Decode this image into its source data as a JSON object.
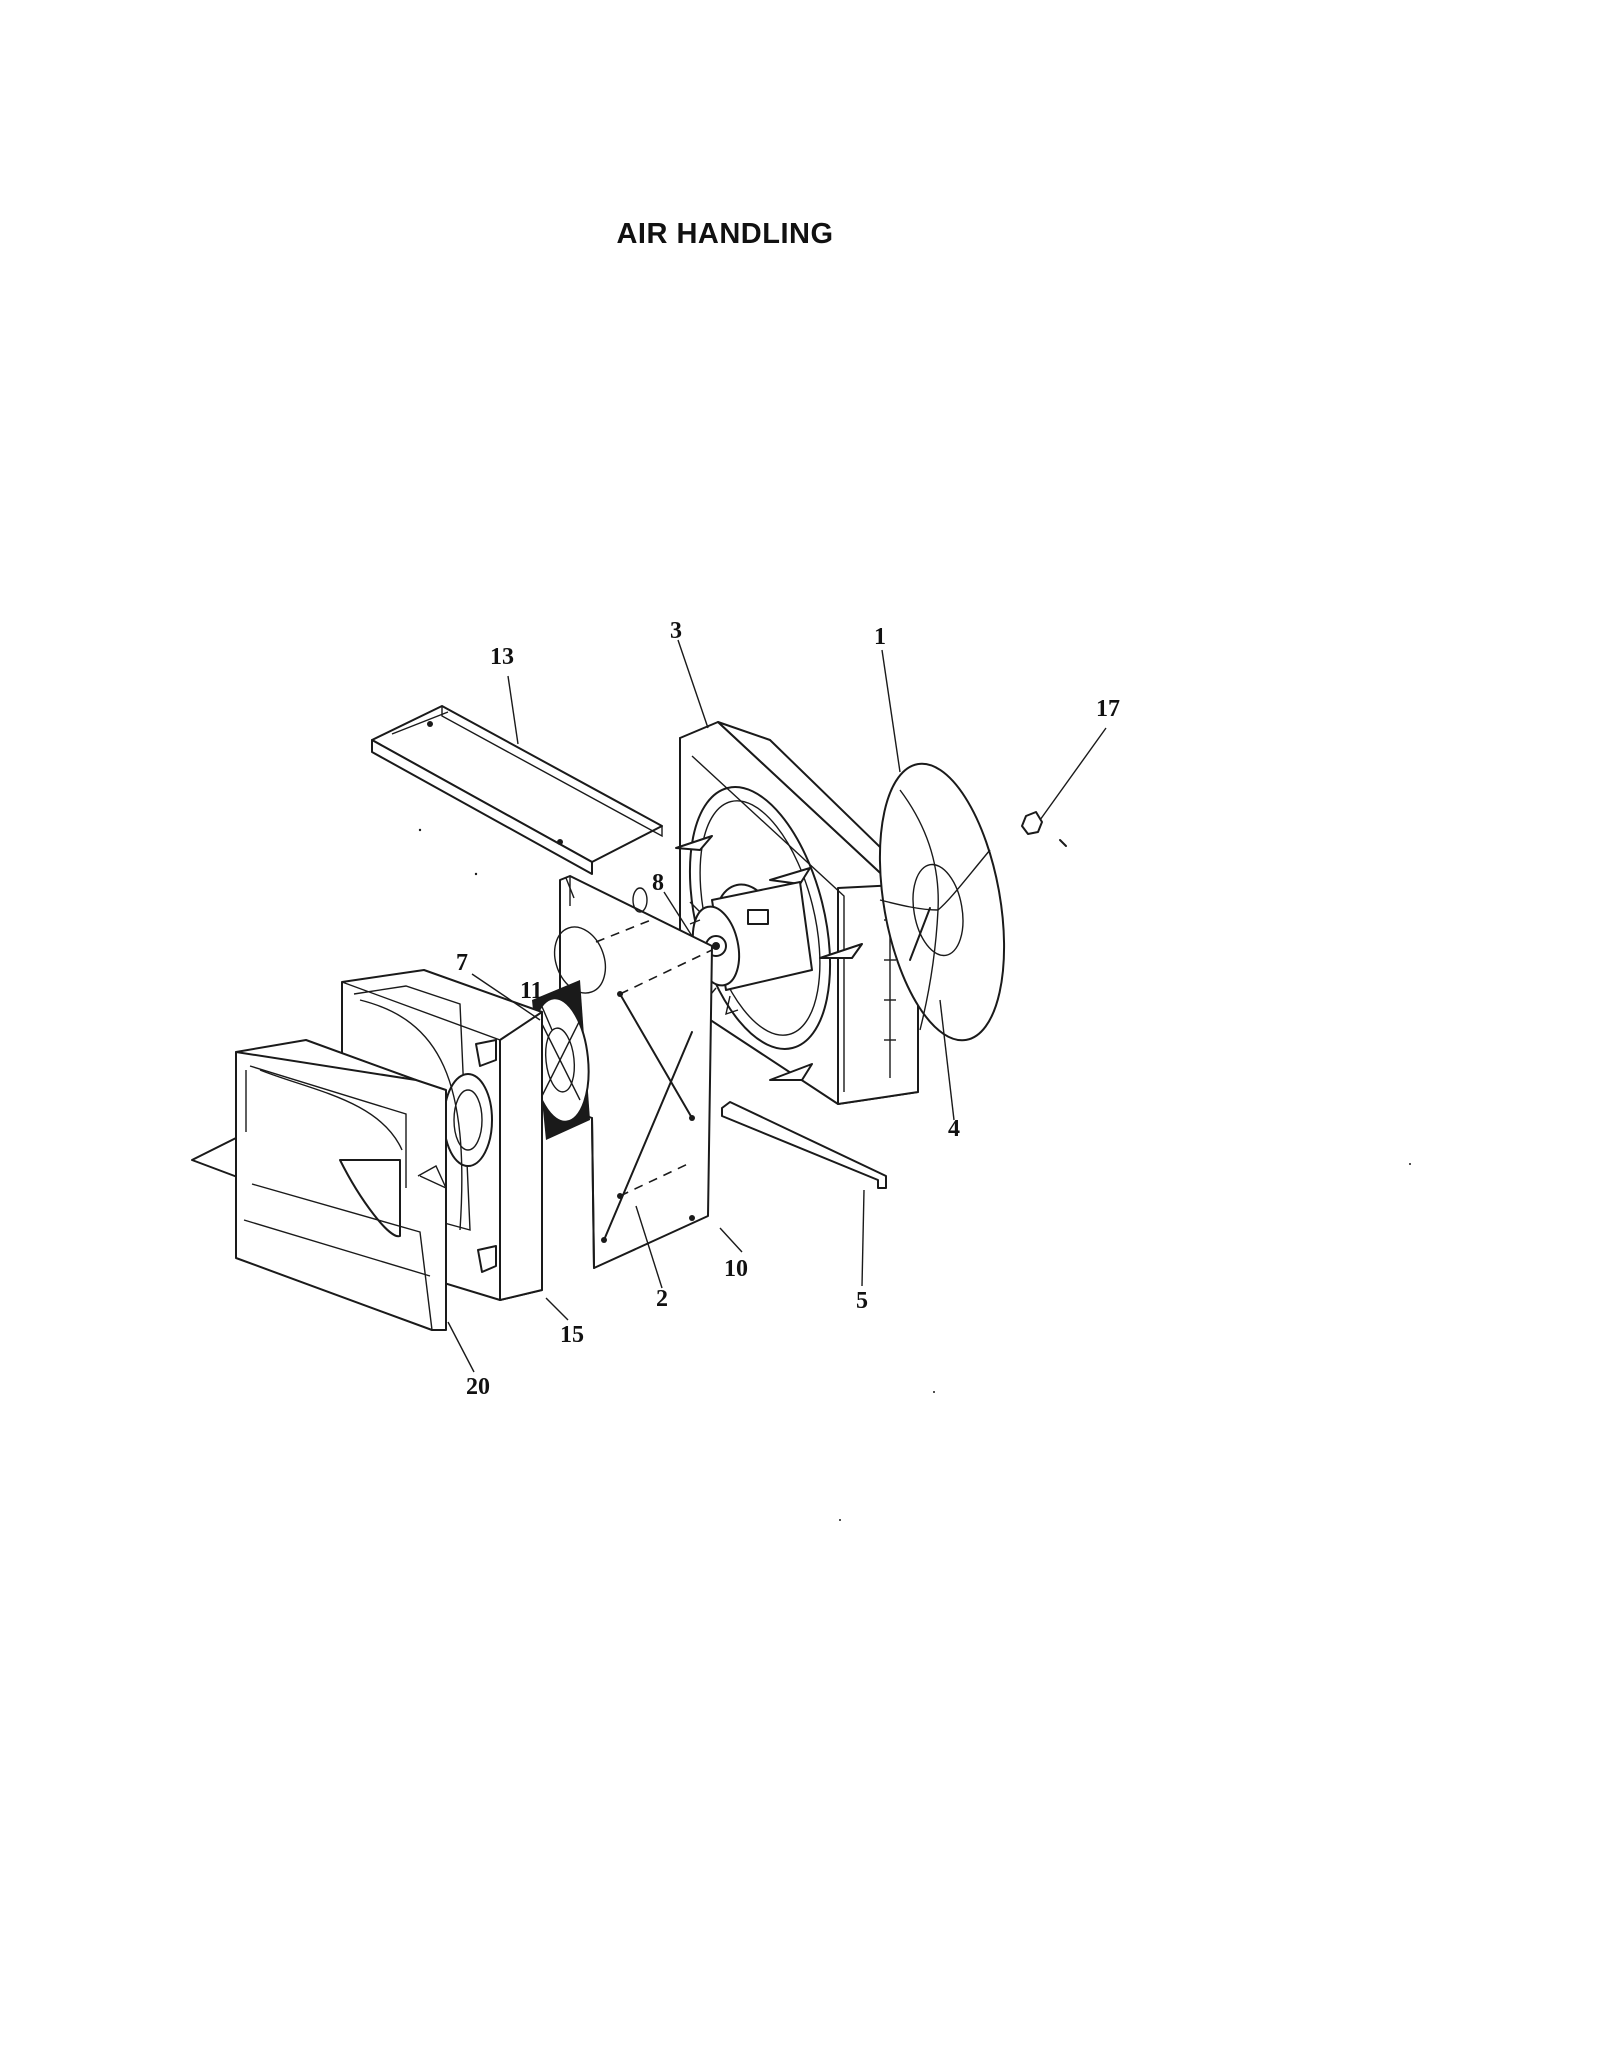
{
  "title": "AIR HANDLING",
  "callouts": [
    {
      "id": "13",
      "label": "13"
    },
    {
      "id": "3",
      "label": "3"
    },
    {
      "id": "1",
      "label": "1"
    },
    {
      "id": "17",
      "label": "17"
    },
    {
      "id": "8",
      "label": "8"
    },
    {
      "id": "7",
      "label": "7"
    },
    {
      "id": "11",
      "label": "11"
    },
    {
      "id": "4",
      "label": "4"
    },
    {
      "id": "5",
      "label": "5"
    },
    {
      "id": "10",
      "label": "10"
    },
    {
      "id": "2",
      "label": "2"
    },
    {
      "id": "15",
      "label": "15"
    },
    {
      "id": "20",
      "label": "20"
    }
  ]
}
